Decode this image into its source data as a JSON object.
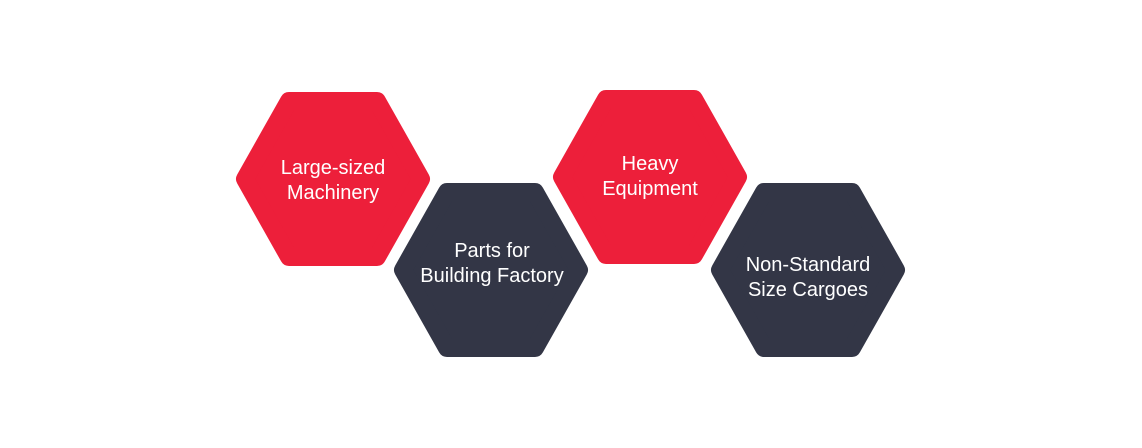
{
  "colors": {
    "red": "#ED1F3A",
    "dark": "#333646",
    "text": "#FFFFFF"
  },
  "hexagons": [
    {
      "lines": [
        "Large-sized",
        "Machinery"
      ],
      "color": "red"
    },
    {
      "lines": [
        "Parts for",
        "Building Factory"
      ],
      "color": "dark"
    },
    {
      "lines": [
        "Heavy",
        "Equipment"
      ],
      "color": "red"
    },
    {
      "lines": [
        "Non-Standard",
        "Size Cargoes"
      ],
      "color": "dark"
    }
  ]
}
